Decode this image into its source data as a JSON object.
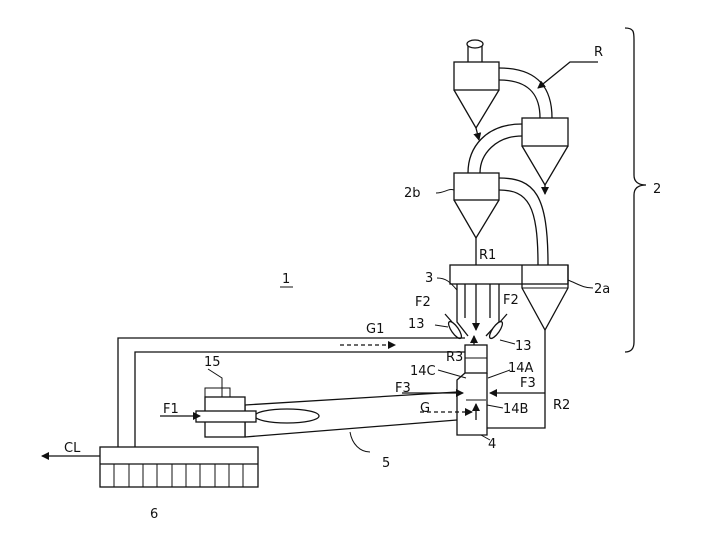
{
  "figure": {
    "labels": {
      "plant": "1",
      "preheater": "2",
      "lowest_cyclone": "2a",
      "second_cyclone": "2b",
      "calciner": "3",
      "kiln_inlet": "4",
      "kiln": "5",
      "cooler": "6",
      "burner_calciner_left": "13",
      "burner_calciner_right": "13",
      "nozzle_a": "14A",
      "nozzle_b": "14B",
      "nozzle_c": "14C",
      "main_burner": "15",
      "raw_material": "R",
      "raw_r1": "R1",
      "raw_r2": "R2",
      "raw_r3": "R3",
      "fuel_f1": "F1",
      "fuel_f2_left": "F2",
      "fuel_f2_right": "F2",
      "fuel_f3_left": "F3",
      "fuel_f3_right": "F3",
      "gas_g1": "G1",
      "gas_g": "G",
      "clinker": "CL"
    }
  }
}
